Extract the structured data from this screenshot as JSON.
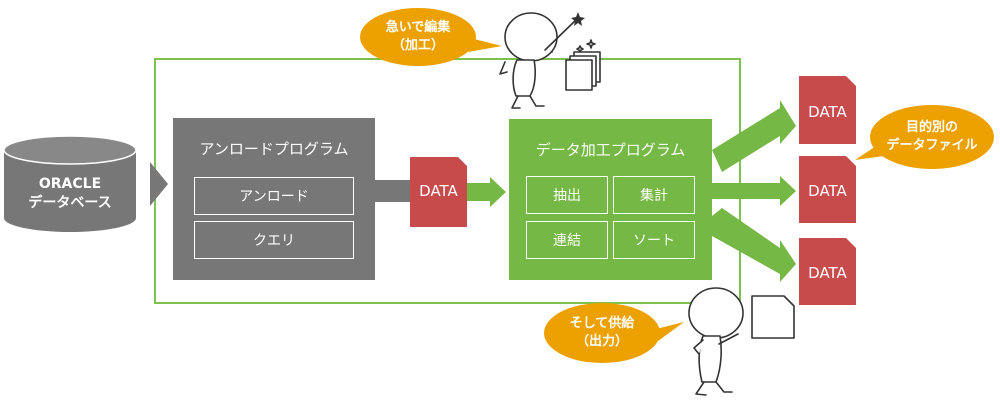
{
  "database": {
    "line1": "ORACLE",
    "line2": "データベース"
  },
  "download_program": {
    "title": "アンロードプログラム",
    "items": [
      "アンロード",
      "クエリ"
    ]
  },
  "data_label": "DATA",
  "processing_program": {
    "title": "データ加工プログラム",
    "items": [
      "抽出",
      "集計",
      "連結",
      "ソート"
    ]
  },
  "outputs": [
    "DATA",
    "DATA",
    "DATA"
  ],
  "bubbles": {
    "top": {
      "line1": "急いで編集",
      "line2": "（加工）"
    },
    "right": {
      "line1": "目的別の",
      "line2": "データファイル"
    },
    "bottom": {
      "line1": "そして供給",
      "line2": "（出力）"
    }
  },
  "colors": {
    "gray": "#777777",
    "green": "#76b845",
    "red": "#c84b4b",
    "orange": "#eda100",
    "frame": "#7ec14f"
  }
}
